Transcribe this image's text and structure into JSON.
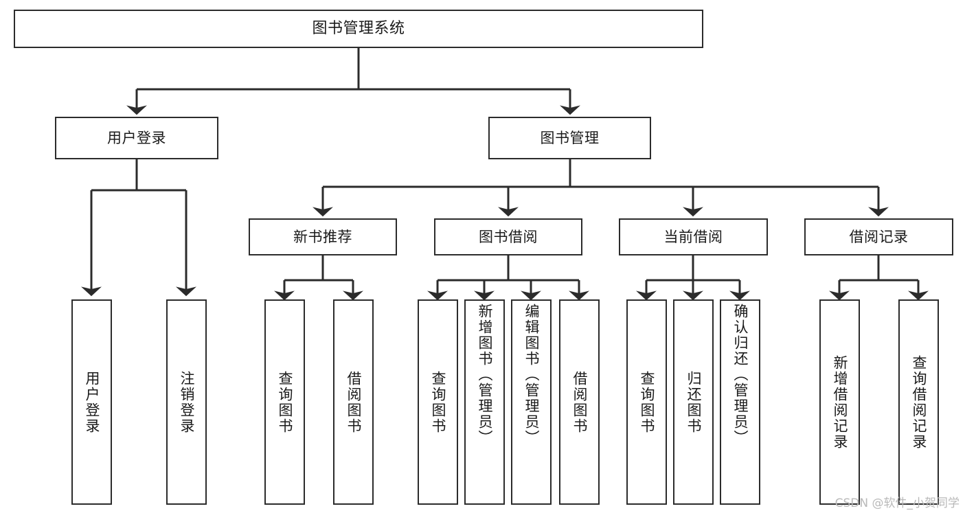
{
  "diagram": {
    "type": "tree",
    "title": "图书管理系统",
    "root": {
      "id": "root",
      "label": "图书管理系统"
    },
    "level1": [
      {
        "id": "user-login",
        "label": "用户登录"
      },
      {
        "id": "book-management",
        "label": "图书管理"
      }
    ],
    "level2": [
      {
        "id": "new-book-recommend",
        "label": "新书推荐",
        "parent": "book-management"
      },
      {
        "id": "book-borrow",
        "label": "图书借阅",
        "parent": "book-management"
      },
      {
        "id": "current-borrow",
        "label": "当前借阅",
        "parent": "book-management"
      },
      {
        "id": "borrow-record",
        "label": "借阅记录",
        "parent": "book-management"
      }
    ],
    "leaves": [
      {
        "id": "leaf-user-login",
        "label": "用户登录",
        "parent": "user-login"
      },
      {
        "id": "leaf-logout-login",
        "label": "注销登录",
        "parent": "user-login"
      },
      {
        "id": "leaf-query-book-1",
        "label": "查询图书",
        "parent": "new-book-recommend"
      },
      {
        "id": "leaf-borrow-book-1",
        "label": "借阅图书",
        "parent": "new-book-recommend"
      },
      {
        "id": "leaf-query-book-2",
        "label": "查询图书",
        "parent": "book-borrow"
      },
      {
        "id": "leaf-add-book",
        "label": "新增图书（管理员）",
        "parent": "book-borrow"
      },
      {
        "id": "leaf-edit-book",
        "label": "编辑图书（管理员）",
        "parent": "book-borrow"
      },
      {
        "id": "leaf-borrow-book-2",
        "label": "借阅图书",
        "parent": "book-borrow"
      },
      {
        "id": "leaf-query-book-3",
        "label": "查询图书",
        "parent": "current-borrow"
      },
      {
        "id": "leaf-return-book",
        "label": "归还图书",
        "parent": "current-borrow"
      },
      {
        "id": "leaf-confirm-return",
        "label": "确认归还（管理员）",
        "parent": "current-borrow"
      },
      {
        "id": "leaf-add-record",
        "label": "新增借阅记录",
        "parent": "borrow-record"
      },
      {
        "id": "leaf-query-record",
        "label": "查询借阅记录",
        "parent": "borrow-record"
      }
    ],
    "colors": {
      "stroke": "#2b2b2b",
      "fill": "#ffffff",
      "text": "#1a1a1a",
      "watermark": "#b9b9b9"
    }
  },
  "watermark": {
    "text": "CSDN @软件_小贺同学"
  }
}
